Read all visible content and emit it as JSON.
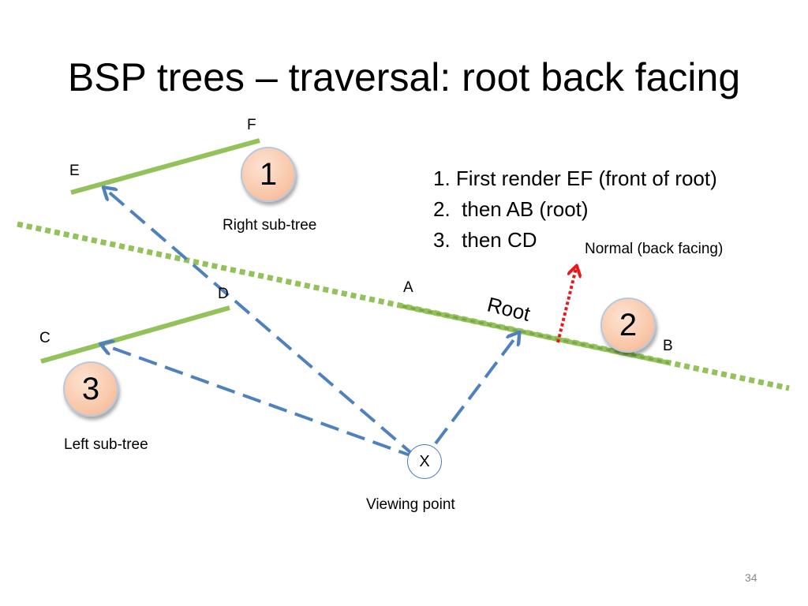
{
  "slide": {
    "title": "BSP trees – traversal: root back facing",
    "page_number": "34"
  },
  "labels": {
    "F": "F",
    "E": "E",
    "D": "D",
    "C": "C",
    "A": "A",
    "B": "B",
    "X": "X",
    "right_subtree": "Right sub-tree",
    "left_subtree": "Left sub-tree",
    "viewing_point": "Viewing point",
    "normal": "Normal (back facing)",
    "root": "Root"
  },
  "steps": [
    "1. First render EF (front of root)",
    "2.  then AB (root)",
    "3.  then CD"
  ],
  "circles": {
    "one": "1",
    "two": "2",
    "three": "3"
  },
  "colors": {
    "segment_green": "#93c15a",
    "arrow_blue": "#4f81bd",
    "normal_red": "#e8181c"
  }
}
